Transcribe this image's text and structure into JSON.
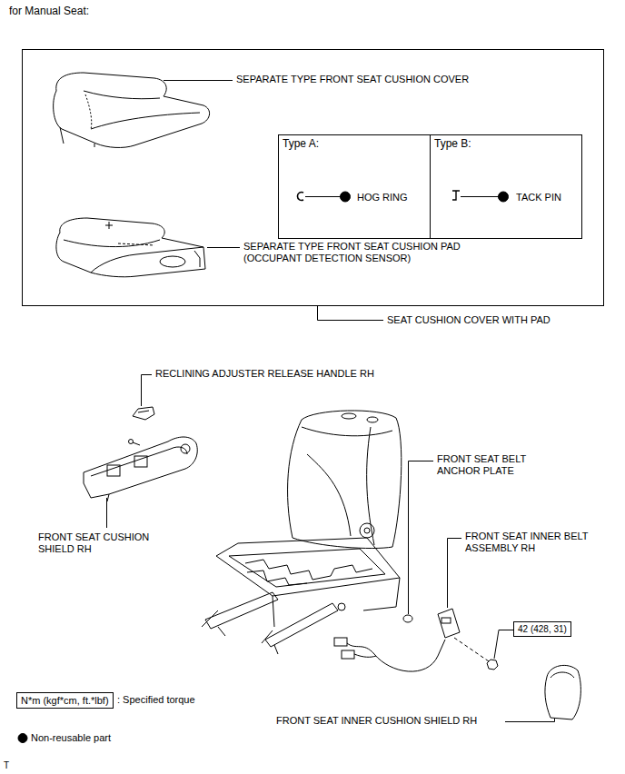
{
  "diagram": {
    "title": "for Manual Seat:",
    "nodes": [
      {
        "text": [
          "Type A:",
          "HOG RING"
        ]
      },
      {
        "text": [
          "Type B:",
          "TACK PIN"
        ]
      },
      {
        "text": [
          "42 (428, 31)"
        ]
      },
      {
        "text": [
          "N*m (kgf*cm, ft.*lbf)"
        ]
      }
    ],
    "labels": [
      "SEPARATE TYPE FRONT SEAT CUSHION COVER",
      "SEPARATE TYPE FRONT SEAT CUSHION PAD (OCCUPANT DETECTION SENSOR)",
      "SEAT CUSHION COVER WITH PAD",
      "RECLINING ADJUSTER RELEASE HANDLE RH",
      "FRONT SEAT CUSHION SHIELD RH",
      "FRONT SEAT BELT ANCHOR PLATE",
      "FRONT SEAT INNER BELT ASSEMBLY RH",
      "FRONT SEAT INNER CUSHION SHIELD RH",
      "T"
    ],
    "legend": [
      {
        "text": ": Specified torque"
      },
      {
        "text": "Non-reusable part"
      }
    ]
  }
}
